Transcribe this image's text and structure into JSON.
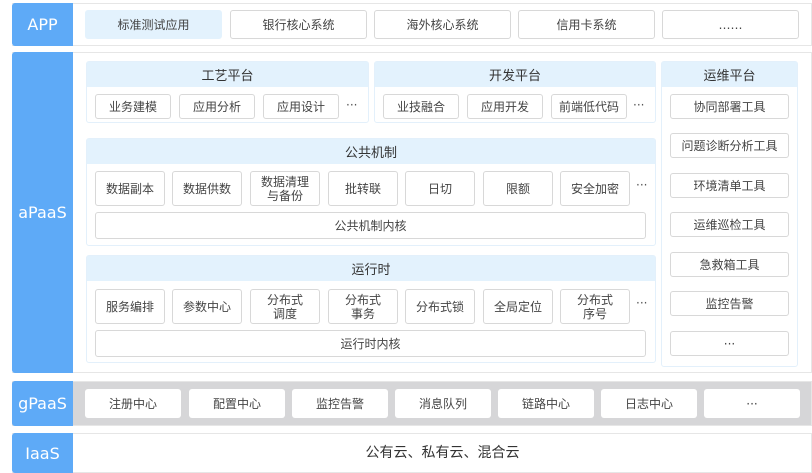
{
  "colors": {
    "label": "#5eaaf7",
    "header": "#e3f2fd",
    "gpaas_bg": "#d6d6d8"
  },
  "app": {
    "label": "APP",
    "items": [
      "标准测试应用",
      "银行核心系统",
      "海外核心系统",
      "信用卡系统",
      "……"
    ]
  },
  "apaas": {
    "label": "aPaaS",
    "craft": {
      "title": "工艺平台",
      "items": [
        "业务建模",
        "应用分析",
        "应用设计"
      ],
      "more": "···"
    },
    "dev": {
      "title": "开发平台",
      "items": [
        "业技融合",
        "应用开发",
        "前端低代码"
      ],
      "more": "···"
    },
    "ops": {
      "title": "运维平台",
      "items": [
        "协同部署工具",
        "问题诊断分析工具",
        "环境清单工具",
        "运维巡检工具",
        "急救箱工具",
        "监控告警",
        "···"
      ]
    },
    "common": {
      "title": "公共机制",
      "items": [
        "数据副本",
        "数据供数",
        "数据清理\n与备份",
        "批转联",
        "日切",
        "限额",
        "安全加密"
      ],
      "more": "···",
      "core": "公共机制内核"
    },
    "runtime": {
      "title": "运行时",
      "items": [
        "服务编排",
        "参数中心",
        "分布式\n调度",
        "分布式\n事务",
        "分布式锁",
        "全局定位",
        "分布式\n序号"
      ],
      "more": "···",
      "core": "运行时内核"
    }
  },
  "gpaas": {
    "label": "gPaaS",
    "items": [
      "注册中心",
      "配置中心",
      "监控告警",
      "消息队列",
      "链路中心",
      "日志中心",
      "···"
    ]
  },
  "iaas": {
    "label": "IaaS",
    "text": "公有云、私有云、混合云"
  }
}
